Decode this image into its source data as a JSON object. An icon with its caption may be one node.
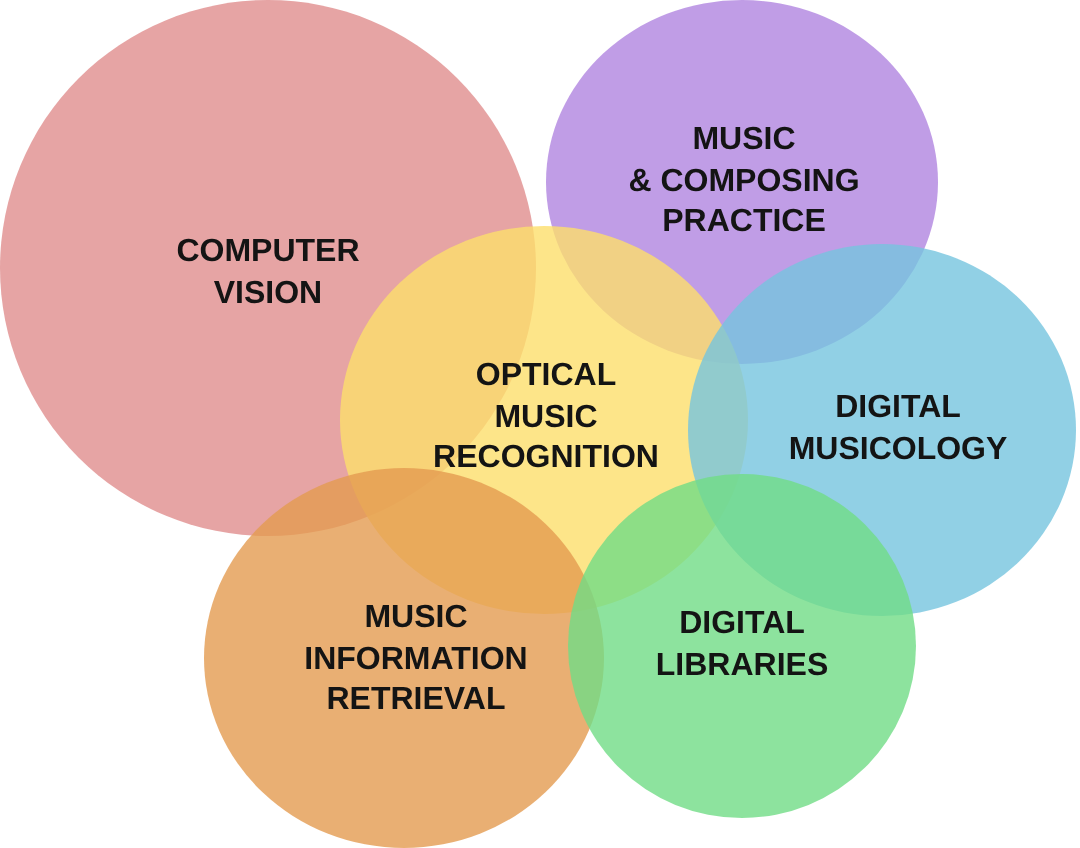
{
  "diagram": {
    "nodes": [
      {
        "text": [
          "COMPUTER VISION"
        ]
      },
      {
        "text": [
          "MUSIC & COMPOSING PRACTICE"
        ]
      },
      {
        "text": [
          "OPTICAL MUSIC RECOGNITION"
        ]
      },
      {
        "text": [
          "DIGITAL MUSICOLOGY"
        ]
      },
      {
        "text": [
          "MUSIC INFORMATION RETRIEVAL"
        ]
      },
      {
        "text": [
          "DIGITAL LIBRARIES"
        ]
      }
    ]
  }
}
